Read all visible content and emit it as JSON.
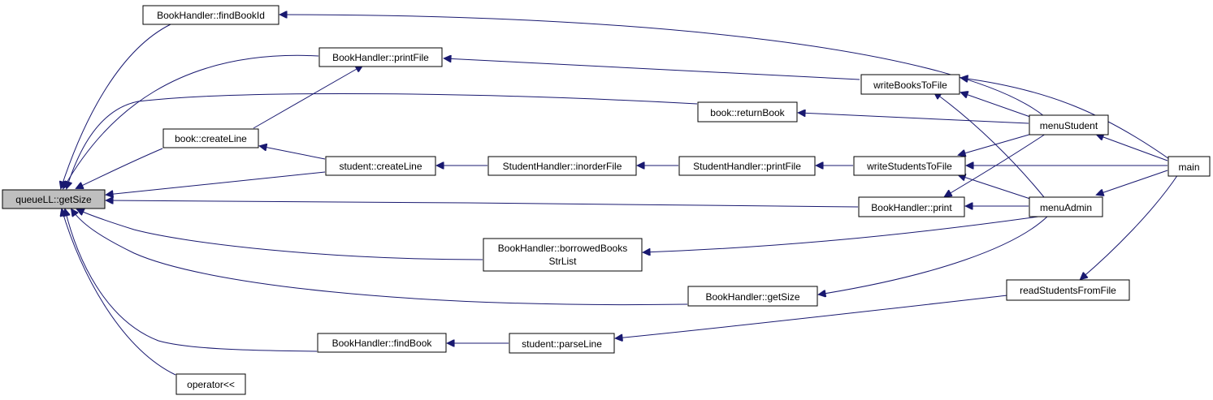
{
  "graph": {
    "nodes": {
      "queue_getsize": [
        "queueLL::getSize"
      ],
      "findbookid": [
        "BookHandler::findBookId"
      ],
      "bh_printfile": [
        "BookHandler::printFile"
      ],
      "book_createline": [
        "book::createLine"
      ],
      "student_createline": [
        "student::createLine"
      ],
      "bh_borrowed": [
        "BookHandler::borrowedBooks",
        "StrList"
      ],
      "bh_getsize": [
        "BookHandler::getSize"
      ],
      "bh_findbook": [
        "BookHandler::findBook"
      ],
      "operator": [
        "operator<<"
      ],
      "sh_inorder": [
        "StudentHandler::inorderFile"
      ],
      "student_parseline": [
        "student::parseLine"
      ],
      "sh_printfile": [
        "StudentHandler::printFile"
      ],
      "book_return": [
        "book::returnBook"
      ],
      "writebooks": [
        "writeBooksToFile"
      ],
      "writestudents": [
        "writeStudentsToFile"
      ],
      "bh_print": [
        "BookHandler::print"
      ],
      "readstudents": [
        "readStudentsFromFile"
      ],
      "menustudent": [
        "menuStudent"
      ],
      "menuadmin": [
        "menuAdmin"
      ],
      "main": [
        "main"
      ]
    },
    "edges": [
      [
        "findbookid",
        "queue_getsize"
      ],
      [
        "bh_printfile",
        "queue_getsize"
      ],
      [
        "book_createline",
        "queue_getsize"
      ],
      [
        "student_createline",
        "queue_getsize"
      ],
      [
        "bh_borrowed",
        "queue_getsize"
      ],
      [
        "bh_getsize",
        "queue_getsize"
      ],
      [
        "bh_findbook",
        "queue_getsize"
      ],
      [
        "operator",
        "queue_getsize"
      ],
      [
        "book_return",
        "queue_getsize"
      ],
      [
        "bh_print",
        "queue_getsize"
      ],
      [
        "book_createline",
        "bh_printfile"
      ],
      [
        "student_createline",
        "book_createline"
      ],
      [
        "sh_inorder",
        "student_createline"
      ],
      [
        "sh_printfile",
        "sh_inorder"
      ],
      [
        "writestudents",
        "sh_printfile"
      ],
      [
        "student_parseline",
        "bh_findbook"
      ],
      [
        "readstudents",
        "student_parseline"
      ],
      [
        "writebooks",
        "bh_printfile"
      ],
      [
        "menustudent",
        "findbookid"
      ],
      [
        "menustudent",
        "book_return"
      ],
      [
        "menustudent",
        "writebooks"
      ],
      [
        "menustudent",
        "writestudents"
      ],
      [
        "menustudent",
        "bh_print"
      ],
      [
        "menuadmin",
        "writebooks"
      ],
      [
        "menuadmin",
        "writestudents"
      ],
      [
        "menuadmin",
        "bh_print"
      ],
      [
        "menuadmin",
        "bh_borrowed"
      ],
      [
        "menuadmin",
        "bh_getsize"
      ],
      [
        "main",
        "writebooks"
      ],
      [
        "main",
        "writestudents"
      ],
      [
        "main",
        "menustudent"
      ],
      [
        "main",
        "menuadmin"
      ],
      [
        "main",
        "readstudents"
      ]
    ]
  }
}
